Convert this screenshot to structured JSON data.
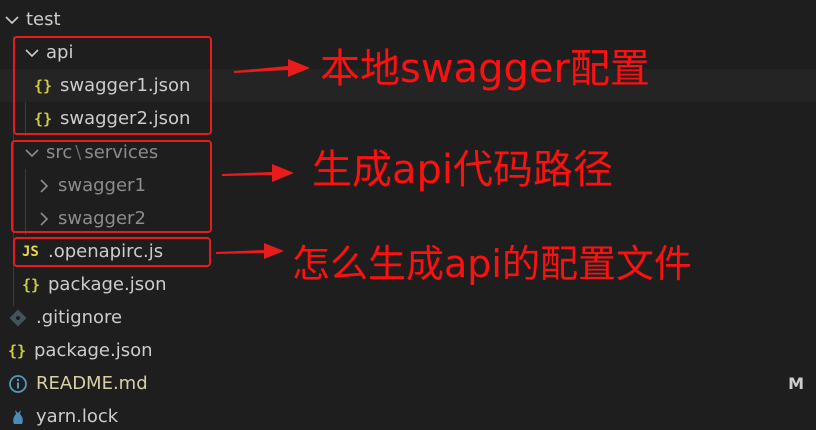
{
  "tree": {
    "root_folder": "test",
    "api_folder": "api",
    "api_files": [
      "swagger1.json",
      "swagger2.json"
    ],
    "services_folder_parts": [
      "src",
      "services"
    ],
    "services_children": [
      "swagger1",
      "swagger2"
    ],
    "openapirc_file": ".openapirc.js",
    "nested_package": "package.json",
    "gitignore": ".gitignore",
    "root_package": "package.json",
    "readme": "README.md",
    "readme_badge": "M",
    "yarn_lock": "yarn.lock"
  },
  "icons": {
    "json_glyph": "{}",
    "js_glyph": "JS"
  },
  "annotations": {
    "api_note": "本地swagger配置",
    "services_note": "生成api代码路径",
    "openapirc_note": "怎么生成api的配置文件"
  },
  "colors": {
    "annotation_red": "#e81c1c",
    "json_icon": "#cbcb41",
    "js_icon": "#e8d44d",
    "background": "#1e1e1e"
  }
}
